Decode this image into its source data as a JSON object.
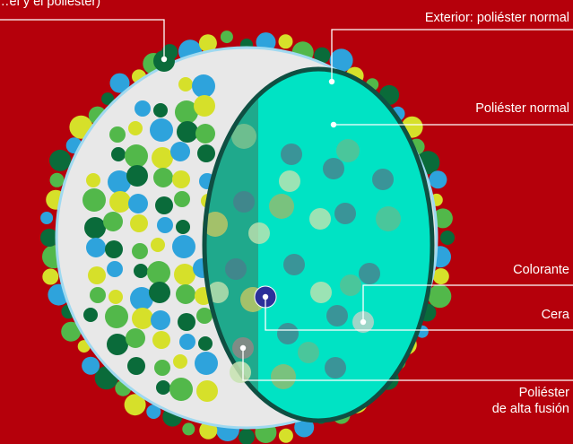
{
  "colors": {
    "background": "#b5000b",
    "shell": "#e8e8e8",
    "core_dark": "#1fa98c",
    "core_light": "#00e3c4",
    "outline": "#0f4f42",
    "dot_dark_green": "#0a6b3a",
    "dot_green": "#52b84a",
    "dot_lime": "#d6e02a",
    "dot_blue": "#2ea3dc",
    "colorant": "#2b2f9a",
    "wax": "#9ed6c8",
    "line": "#ffffff"
  },
  "labels": {
    "top_left_partial": "…el y el poliéster)",
    "exterior": "Exterior: poliéster normal",
    "normal": "Poliéster normal",
    "colorant": "Colorante",
    "wax": "Cera",
    "high_fusion_line1": "Poliéster",
    "high_fusion_line2": "de alta fusión"
  }
}
